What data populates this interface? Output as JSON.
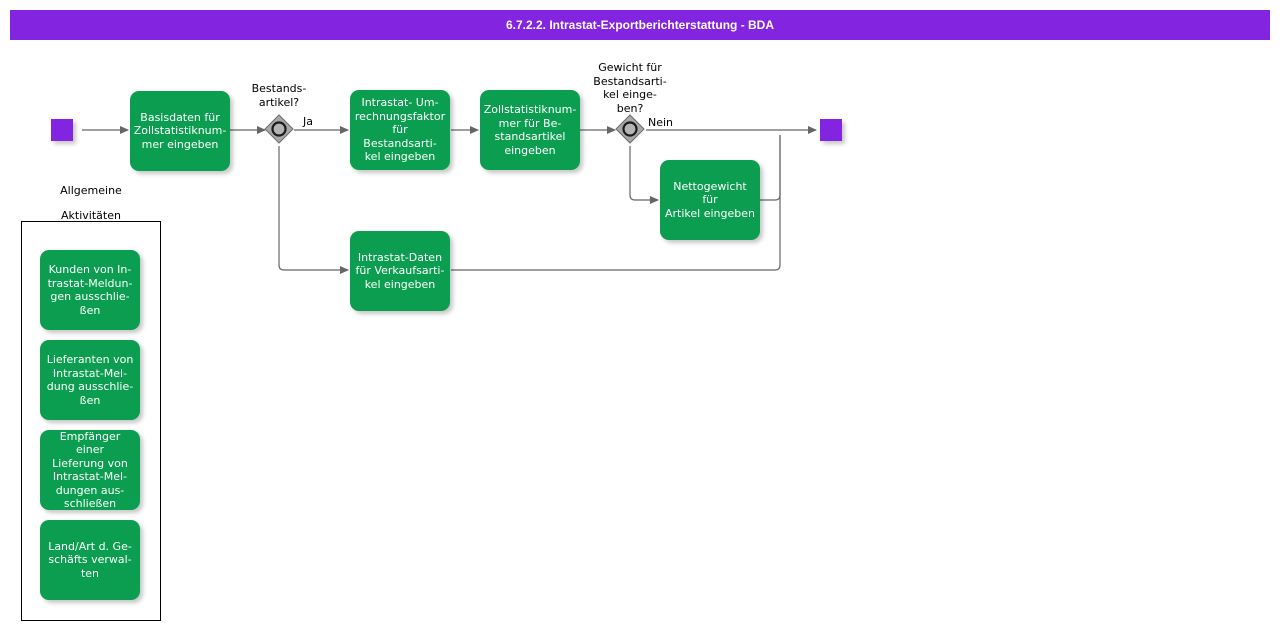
{
  "header": {
    "title": "6.7.2.2. Intrastat-Exportberichterstattung - BDA",
    "background_color": "#8324e0",
    "text_color": "#ffffff"
  },
  "theme": {
    "task_color": "#0b9e50",
    "terminator_color": "#8324e0",
    "gateway_color": "#9e9e9e",
    "edge_color": "#666666",
    "text_on_task": "#ffffff",
    "canvas_background": "#ffffff"
  },
  "diagram": {
    "type": "flowchart",
    "start_node": {
      "name": "start-event",
      "shape": "square",
      "color": "#8324e0"
    },
    "end_node": {
      "name": "end-event",
      "shape": "square",
      "color": "#8324e0"
    },
    "tasks": [
      {
        "id": "basisdaten",
        "label": "Basisdaten für\nZollstatistiknum-\nmer eingeben"
      },
      {
        "id": "umrechnung",
        "label": "Intrastat- Um-\nrechnungsfaktor\nfür Bestandsarti-\nkel  eingeben"
      },
      {
        "id": "zollstatistik",
        "label": "Zollstatistiknum-\nmer für Be-\nstandsartikel\neingeben"
      },
      {
        "id": "nettogewicht",
        "label": "Nettogewicht für\nArtikel eingeben"
      },
      {
        "id": "verkaufsartikel",
        "label": "Intrastat-Daten\nfür Verkaufsarti-\nkel eingeben"
      }
    ],
    "gateways": [
      {
        "id": "gw-bestandsartikel",
        "caption": "Bestands-\nartikel?"
      },
      {
        "id": "gw-gewicht",
        "caption": "Gewicht für\nBestandsarti-\nkel einge-\nben?"
      }
    ],
    "edge_labels": [
      {
        "id": "label-ja",
        "text": "Ja"
      },
      {
        "id": "label-nein",
        "text": "Nein"
      }
    ]
  },
  "group": {
    "caption": "Allgemeine\nAktivitäten",
    "tasks": [
      {
        "id": "kunden",
        "label": "Kunden von In-\ntrastat-Meldun-\ngen ausschlie-\nßen"
      },
      {
        "id": "lieferanten",
        "label": "Lieferanten von\nIntrastat-Mel-\ndung ausschlie-\nßen"
      },
      {
        "id": "empfaenger",
        "label": "Empfänger einer\nLieferung von\nIntrastat-Mel-\ndungen aus-\nschließen"
      },
      {
        "id": "land",
        "label": "Land/Art d. Ge-\nschäfts verwal-\nten"
      }
    ]
  }
}
